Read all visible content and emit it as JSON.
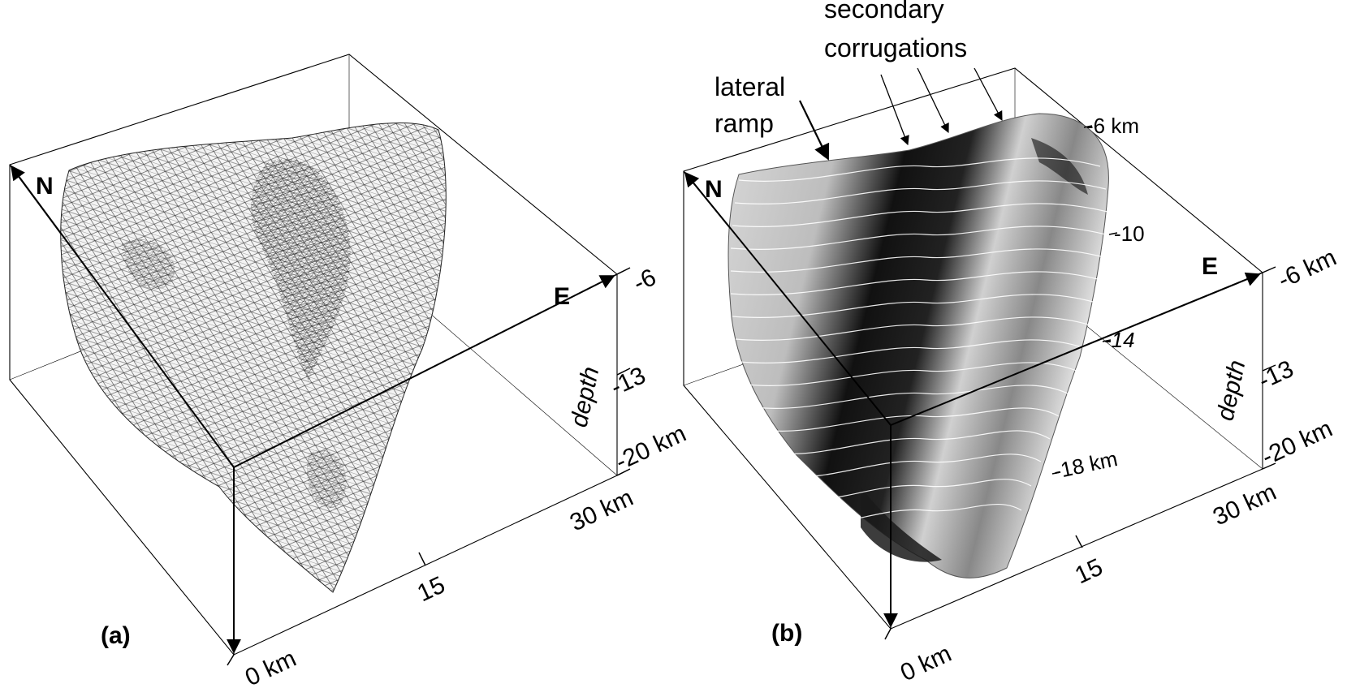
{
  "panel_a": {
    "panel_label": "(a)",
    "north_label": "N",
    "east_label": "E",
    "axis_label": "depth",
    "depth_ticks": [
      "-6",
      "-13",
      "-20 km"
    ],
    "distance_ticks": [
      "0 km",
      "15",
      "30 km"
    ]
  },
  "panel_b": {
    "panel_label": "(b)",
    "north_label": "N",
    "east_label": "E",
    "axis_label": "depth",
    "depth_ticks": [
      "-6 km",
      "-13",
      "-20 km"
    ],
    "distance_ticks": [
      "0 km",
      "15",
      "30 km"
    ],
    "annotation_lateral": [
      "lateral",
      "ramp"
    ],
    "annotation_secondary": [
      "secondary",
      "corrugations"
    ],
    "contour_labels": [
      "-6 km",
      "-10",
      "-14",
      "-18 km"
    ]
  }
}
